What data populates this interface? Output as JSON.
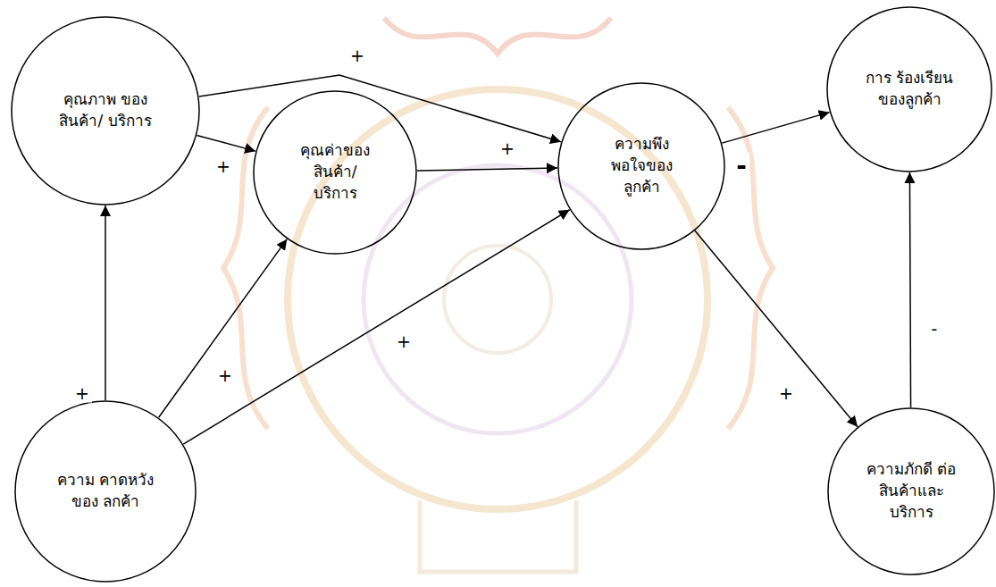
{
  "diagram": {
    "nodes": [
      {
        "text": [
          "คุณภาพ ของสินค้า/ บริการ"
        ]
      },
      {
        "text": [
          "คุณค่าของ สินค้า/ บริการ"
        ]
      },
      {
        "text": [
          "ความพึง พอใจของ ลูกค้า"
        ]
      },
      {
        "text": [
          "การ ร้องเรียน ของลูกค้า"
        ]
      },
      {
        "text": [
          "ความ คาดหวังของ ลกค้า"
        ]
      },
      {
        "text": [
          "ความภักดี ต่อสินค้าและ บริการ"
        ]
      }
    ],
    "edges": [
      {
        "from": 0,
        "to": 2,
        "arrow": "to",
        "label": "+"
      },
      {
        "from": 0,
        "to": 1,
        "arrow": "to",
        "label": "+"
      },
      {
        "from": 1,
        "to": 2,
        "arrow": "to",
        "label": "+"
      },
      {
        "from": 2,
        "to": 3,
        "arrow": "to",
        "label": "-"
      },
      {
        "from": 4,
        "to": 0,
        "arrow": "to",
        "label": "+"
      },
      {
        "from": 4,
        "to": 1,
        "arrow": "to",
        "label": "+"
      },
      {
        "from": 4,
        "to": 2,
        "arrow": "to",
        "label": "+"
      },
      {
        "from": 2,
        "to": 5,
        "arrow": "to",
        "label": "+"
      },
      {
        "from": 5,
        "to": 3,
        "arrow": "to",
        "label": "-"
      }
    ]
  }
}
